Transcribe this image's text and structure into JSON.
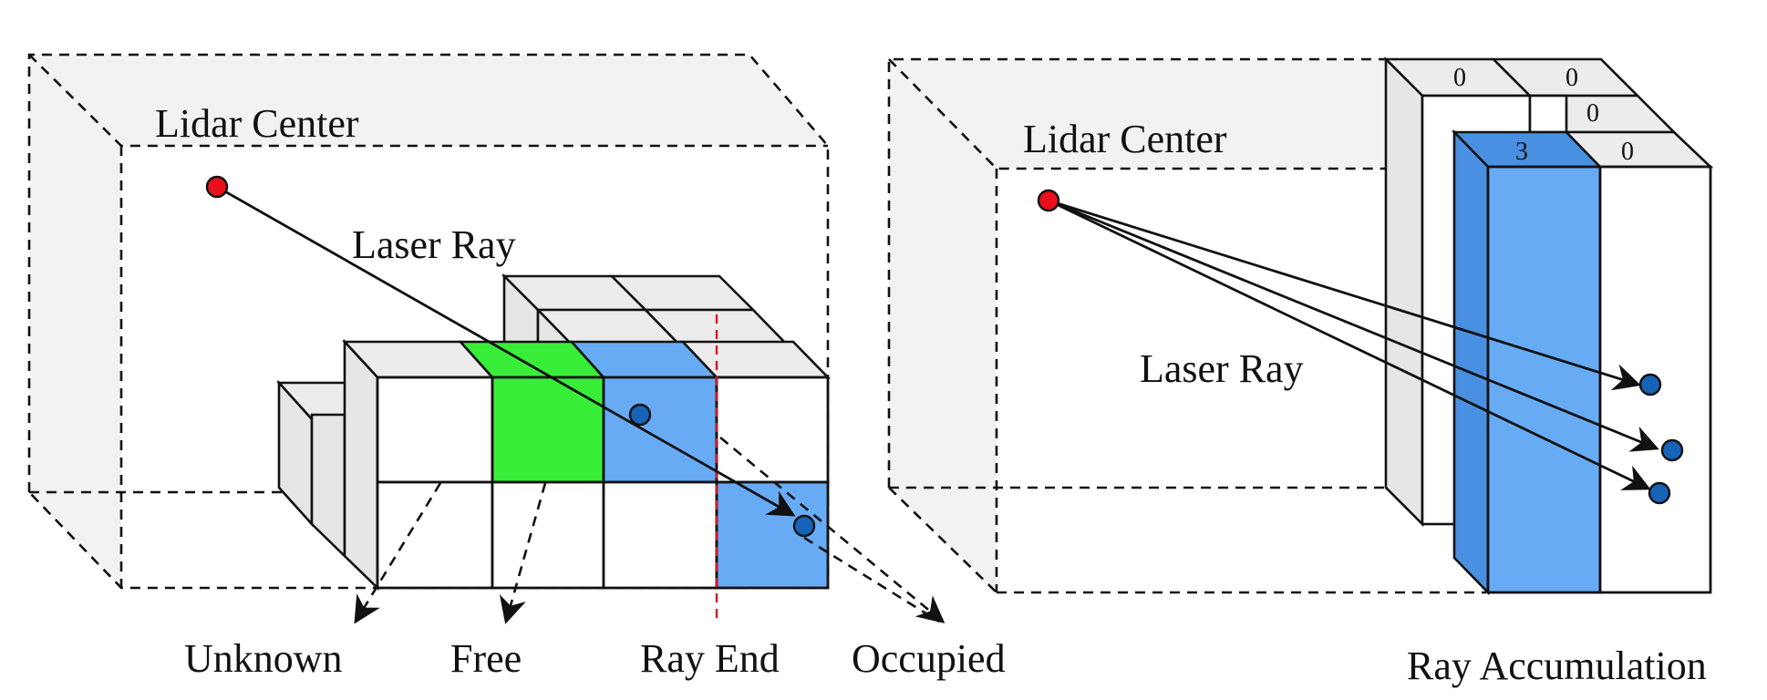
{
  "left_panel": {
    "lidar_center_label": "Lidar Center",
    "laser_ray_label": "Laser Ray",
    "legend": {
      "unknown": "Unknown",
      "free": "Free",
      "ray_end": "Ray End",
      "occupied": "Occupied"
    }
  },
  "right_panel": {
    "lidar_center_label": "Lidar Center",
    "laser_ray_label": "Laser Ray",
    "caption": "Ray Accumulation",
    "counts": {
      "back_top_1": "0",
      "back_top_2": "0",
      "mid_top": "0",
      "front_blue": "3",
      "front_white": "0"
    }
  },
  "colors": {
    "free": "#38ee38",
    "occupied": "#67abf5",
    "unknown_side": "#e6e6e6",
    "top_face": "#ededed",
    "room_shade": "#f2f2f2",
    "lidar_point": "#e8101a",
    "hit_point": "#1663b8",
    "ray_end_line": "#e0131f"
  }
}
